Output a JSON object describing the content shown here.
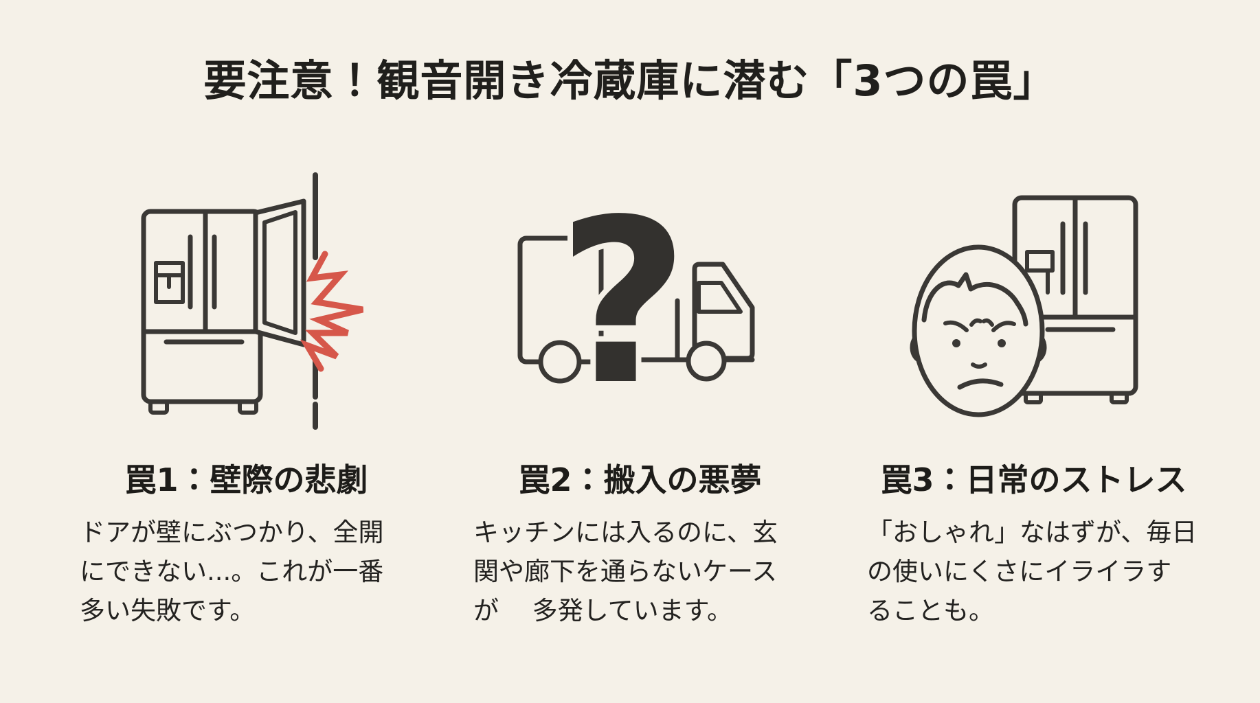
{
  "title": "要注意！観音開き冷蔵庫に潜む「3つの罠」",
  "colors": {
    "background": "#f5f1e8",
    "ink": "#201f1c",
    "line": "#3a3835",
    "accent_red": "#d6574a"
  },
  "traps": [
    {
      "icon": "fridge-door-hitting-wall-icon",
      "heading": "罠1：壁際の悲劇",
      "body": [
        "ドアが壁にぶつかり、全開",
        "にできない...。これが一番",
        "多い失敗です。"
      ]
    },
    {
      "icon": "moving-truck-question-icon",
      "heading": "罠2：搬入の悪夢",
      "body": [
        "キッチンには入るのに、玄",
        "関や廊下を通らないケース",
        "が　 多発しています。"
      ]
    },
    {
      "icon": "angry-face-with-fridge-icon",
      "heading": "罠3：日常のストレス",
      "body": [
        "「おしゃれ」なはずが、毎日",
        "の使いにくさにイライラす",
        "ることも。"
      ]
    }
  ]
}
